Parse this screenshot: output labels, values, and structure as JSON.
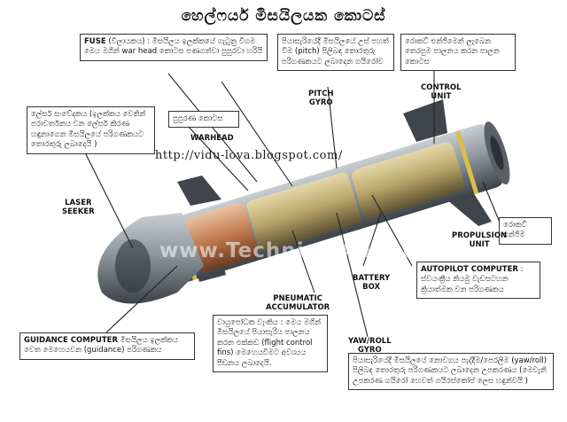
{
  "title": "හෙල්ෆයර් මිසයිලයක කොටස්",
  "watermark_url": "http://vidu-lova.blogspot.com/",
  "watermark_brand": "www.TechnicalAnimation.com",
  "labels": {
    "pitch_gyro": "PITCH\nGYRO",
    "control_unit": "CONTROL\nUNIT",
    "warhead": "WARHEAD",
    "laser_seeker": "LASER\nSEEKER",
    "propulsion_unit": "PROPULSION\nUNIT",
    "battery_box": "BATTERY\nBOX",
    "pneumatic_accumulator": "PNEUMATIC\nACCUMULATOR",
    "yaw_roll_gyro": "YAW/ROLL\nGYRO"
  },
  "boxes": {
    "fuse": {
      "head": "FUSE",
      "text": " (විලායකය) : මිසයිලය ඉලක්කයේ ගැටුනු විගම මෙය මගින් war head කොටස පණගන්වා පුපුරවා හරියි"
    },
    "pitch": {
      "text": "පියාසැරියේදී මිසයිලයේ උස් පහත් වීම (pitch) පිලිබඳ තොරතුරු පරිගණකයට ලබාදෙන ගයිරෝව"
    },
    "rocket_engine": {
      "text": "රොකට් එන්ජිමෙන් ලැබෙන තෙරපුම පාලනය කරන පාලන කොටස"
    },
    "explosive": {
      "text": "පුපුරණ කොටස"
    },
    "laser": {
      "text": "ලේසර් සංවේදකය (ඉලක්කය වෙතින් පරාවර්තනය වන ලේසර් කිරණ හඳුනාගෙන මිසයිලයේ පරිගණකයට තොරතුරු ලබාදෙයි )"
    },
    "rocket": {
      "text": "රොකට් එන්ජිම"
    },
    "autopilot": {
      "head": "AUTOPILOT COMPUTER",
      "text": " : ස්වයංක්‍රීය නියමු වැඩසටහන ක්‍රියාත්මක වන පරිගණකය"
    },
    "pneumatic": {
      "text": "වායුපෝධක වැංකිය : මෙය මගින් මිසයිලයේ පියාසැරිය පාලනය කරන ඵක්කඩ (flight control fins) මෙහෙයවීමට අවශ්‍යය පීඩනය ලබාදෙයි."
    },
    "guidance": {
      "head": "GUIDANCE COMPUTER",
      "text": " මිසයිලය ඉලක්කය වෙත මෙහෙයවන (guidance) පරිගණකය"
    },
    "yaw": {
      "text": "පියාසැරියේදී මිසයිලයේ නොවගය පැද්දීම/පෙරලීම (yaw/roll) පිලිබඳ තොරතුරු පරිගණකයට ලබාදෙන උපකරණය (මෙවැනි උපකරණ ගයිරෝ හෙවත් ගයිරස්කෝප් ලෙස හඳුන්වයි )"
    }
  },
  "colors": {
    "body": "#9ea5ab",
    "body_dark": "#4b5157",
    "stripe": "#d8c04a",
    "warhead": "#c8784a",
    "fins": "#3f454b"
  }
}
